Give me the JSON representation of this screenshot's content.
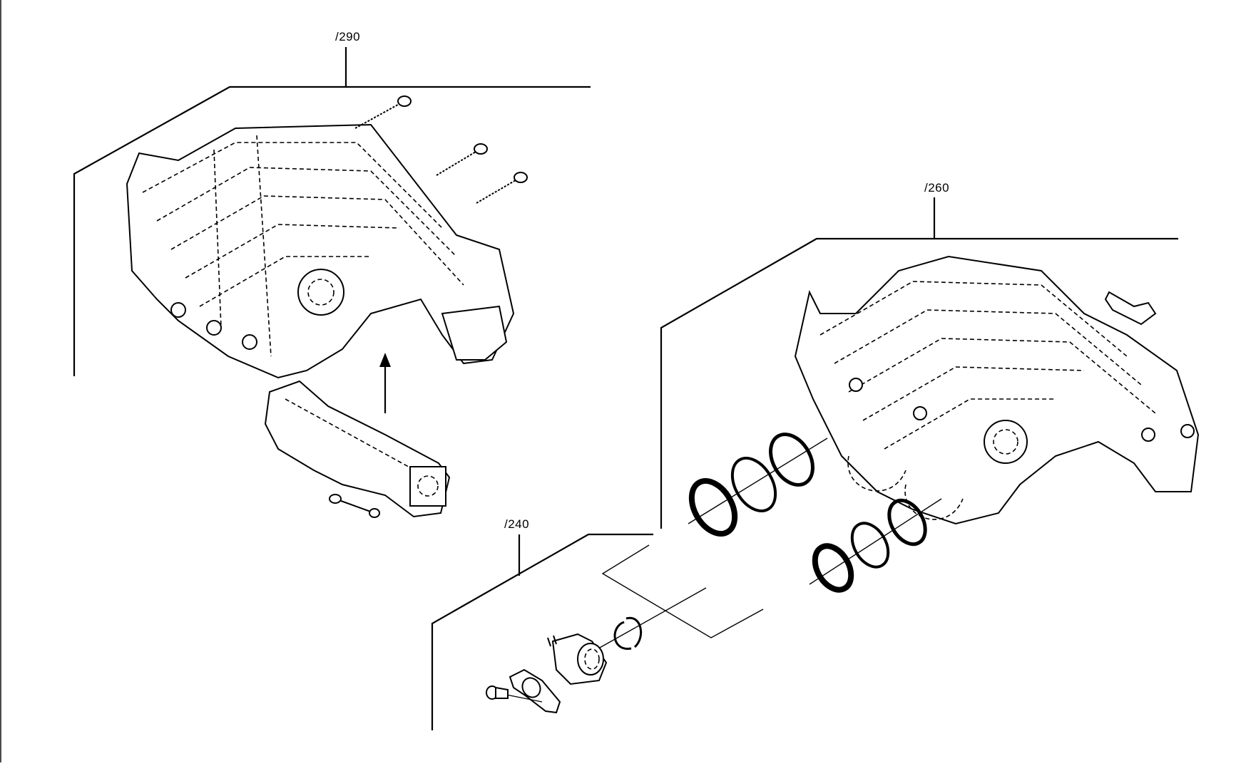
{
  "callouts": {
    "top_assembly": "/290",
    "right_assembly": "/260",
    "bottom_group": "/240"
  },
  "colors": {
    "line": "#000000",
    "background": "#ffffff"
  }
}
